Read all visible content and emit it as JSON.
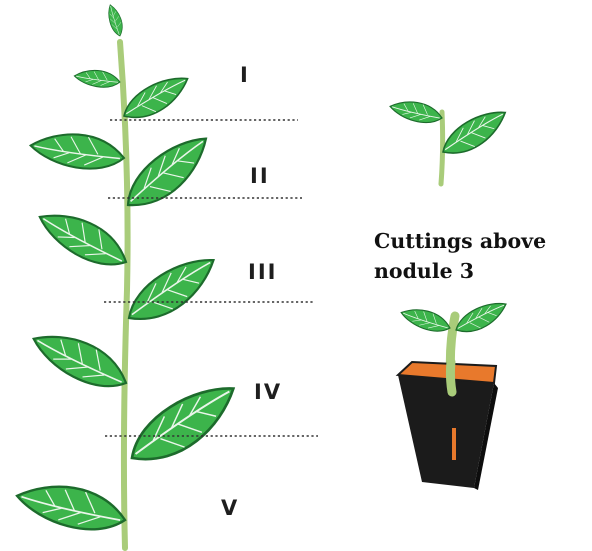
{
  "segments": [
    "I",
    "II",
    "III",
    "IV",
    "V"
  ],
  "caption": {
    "line1": "Cuttings above",
    "line2": "nodule 3"
  },
  "pot_mark": "I",
  "colors": {
    "leaf": "#3cb44b",
    "leaf_edge": "#1d6b2c",
    "stem": "#a9cc7a",
    "pot_soil": "#e8792c",
    "pot_body": "#1b1b1b"
  }
}
